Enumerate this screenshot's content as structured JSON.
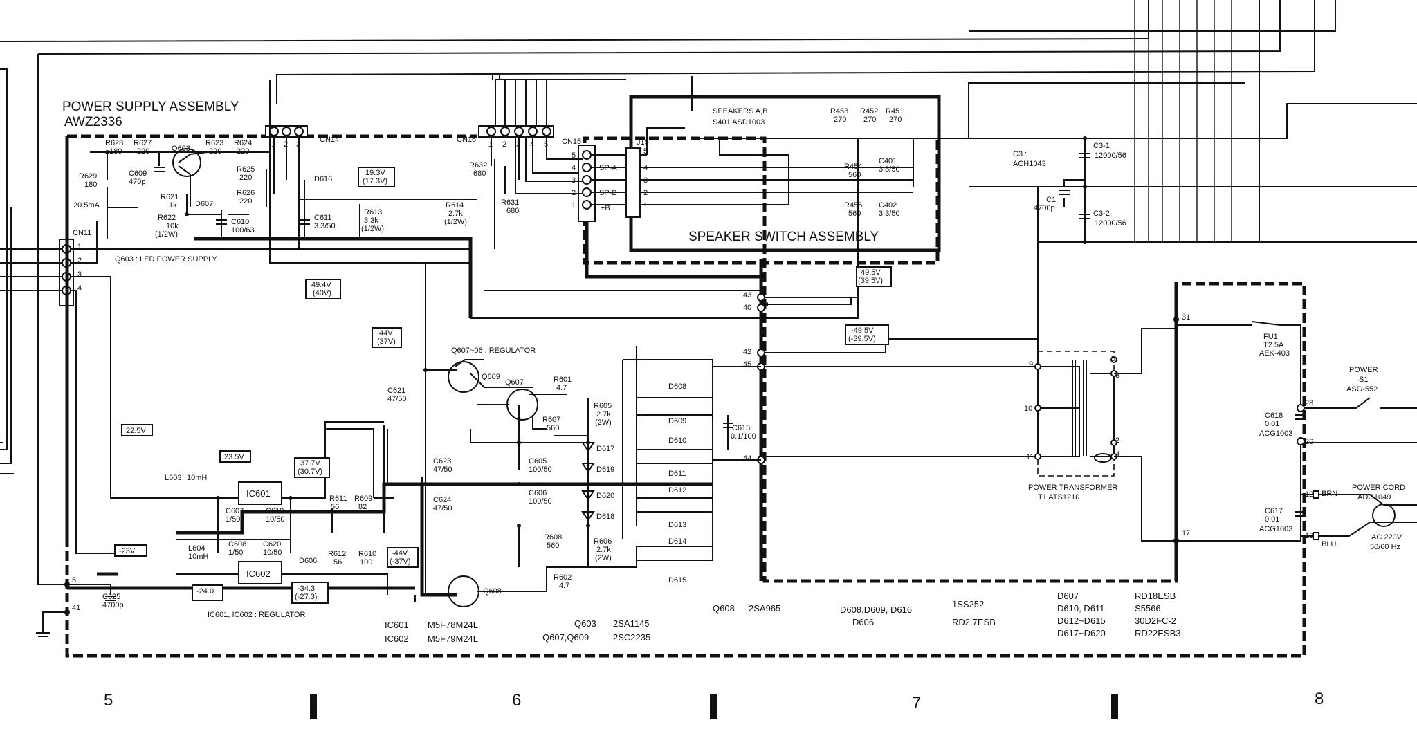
{
  "assembly": {
    "title": "POWER SUPPLY ASSEMBLY",
    "part": "AWZ2336"
  },
  "speaker_switch": {
    "title": "SPEAKER SWITCH ASSEMBLY",
    "switch_label": "SPEAKERS A,B",
    "switch_part": "S401  ASD1003",
    "jack": "J15",
    "r453": "R453",
    "r453v": "270",
    "r452": "R452",
    "r452v": "270",
    "r451": "R451",
    "r451v": "270",
    "r454": "R454",
    "r454v": "560",
    "r455": "R455",
    "r455v": "560",
    "c401": "C401",
    "c401v": "3.3/50",
    "c402": "C402",
    "c402v": "3.3/50",
    "sp_a": "SP-A",
    "sp_b": "SP-B",
    "plus_b": "+B",
    "jpins": [
      "5",
      "4",
      "3",
      "2",
      "1"
    ]
  },
  "connectors": {
    "cn11": "CN11",
    "cn14": "CN14",
    "cn15": "CN15",
    "cn16": "CN16",
    "cn11_pins": [
      "1",
      "2",
      "3",
      "4"
    ],
    "cn14_pins": [
      "1",
      "2",
      "3"
    ],
    "cn16_pins": [
      "1",
      "2",
      "3",
      "4",
      "5"
    ],
    "cn15_pins": [
      "5",
      "4",
      "3",
      "2",
      "1"
    ],
    "nodes": [
      "43",
      "40",
      "42",
      "45",
      "44",
      "5",
      "41",
      "31",
      "17",
      "28",
      "26",
      "12",
      "13",
      "9",
      "10",
      "11",
      "5",
      "3",
      "2",
      "4"
    ]
  },
  "components": {
    "r628": "R628",
    "r628v": "180",
    "r627": "R627",
    "r627v": "220",
    "q603": "Q603",
    "r623": "R623",
    "r623v": "220",
    "r624": "R624",
    "r624v": "220",
    "r625": "R625",
    "r625v": "220",
    "r626": "R626",
    "r626v": "220",
    "r629": "R629",
    "r629v": "180",
    "c609": "C609",
    "c609v": "470p",
    "r621": "R621",
    "r621v": "1k",
    "d607": "D607",
    "r622": "R622",
    "r622v": "10k",
    "r622w": "(1/2W)",
    "c610": "C610",
    "c610v": "100/63",
    "cur": "20.5mA",
    "led_note": "Q603 : LED POWER SUPPLY",
    "d616": "D616",
    "c611": "C611",
    "c611v": "3.3/50",
    "r613": "R613",
    "r613v": "3.3k",
    "r613w": "(1/2W)",
    "r614": "R614",
    "r614v": "2.7k",
    "r614w": "(1/2W)",
    "r632": "R632",
    "r632v": "680",
    "r631": "R631",
    "r631v": "680",
    "reg_note": "Q607~06  : REGULATOR",
    "q609": "Q609",
    "q607": "Q607",
    "q608": "Q608",
    "c621": "C621",
    "c621v": "47/50",
    "r601": "R601",
    "r601v": "4.7",
    "r605": "R605",
    "r605v": "2.7k",
    "r605w": "(2W)",
    "r607": "R607",
    "r607v": "560",
    "r608": "R608",
    "r608v": "560",
    "r606": "R606",
    "r606v": "2.7k",
    "r606w": "(2W)",
    "r602": "R602",
    "r602v": "4.7",
    "c623": "C623",
    "c623v": "47/50",
    "c624": "C624",
    "c624v": "47/50",
    "c605": "C605",
    "c605v": "100/50",
    "c606": "C606",
    "c606v": "100/50",
    "d617": "D617",
    "d619": "D619",
    "d620": "D620",
    "d618": "D618",
    "d608": "D608",
    "d609": "D609",
    "d610": "D610",
    "d611": "D611",
    "d612": "D612",
    "d613": "D613",
    "d614": "D614",
    "d615": "D615",
    "c615": "C615",
    "c615v": "0.1/100",
    "l603": "L603",
    "l603v": "10mH",
    "l604": "L604",
    "l604v": "10mH",
    "ic601": "IC601",
    "ic602": "IC602",
    "c607": "C607",
    "c607v": "1/50",
    "c608": "C608",
    "c608v": "1/50",
    "c619": "C619",
    "c619v": "10/50",
    "c620": "C620",
    "c620v": "10/50",
    "r611": "R611",
    "r611v": "56",
    "r609": "R609",
    "r609v": "82",
    "r612": "R612",
    "r612v": "56",
    "r610": "R610",
    "r610v": "100",
    "d606": "D606",
    "c625": "C625",
    "c625v": "4700p",
    "ic_note": "IC601, IC602 : REGULATOR",
    "c3": "C3 :",
    "c3v": "ACH1043",
    "c31": "C3-1",
    "c31v": "12000/56",
    "c32": "C3-2",
    "c32v": "12000/56",
    "c1": "C1",
    "c1v": "4700p",
    "transformer": "POWER TRANSFORMER",
    "transformer_part": "T1  ATS1210",
    "fu1": "FU1",
    "fu1v": "T2.5A",
    "fu1p": "AEK-403",
    "power": "POWER",
    "s1": "S1",
    "s1p": "ASG-552",
    "c618": "C618",
    "c618v": "0.01",
    "c618p": "ACG1003",
    "c617": "C617",
    "c617v": "0.01",
    "c617p": "ACG1003",
    "brn": "BRN",
    "blu": "BLU",
    "cord": "POWER CORD",
    "cordp": "ADG1049",
    "ac": "AC 220V",
    "hz": "50/60 Hz"
  },
  "voltages": {
    "v1": "19.3V",
    "v1b": "(17.3V)",
    "v2": "49.4V",
    "v2b": "(40V)",
    "v3": "44V",
    "v3b": "(37V)",
    "v4": "22.5V",
    "v5": "23.5V",
    "v6": "37.7V",
    "v6b": "(30.7V)",
    "v7": "-23V",
    "v8": "-24.0",
    "v9": "-34.3",
    "v9b": "(-27.3)",
    "v10": "-44V",
    "v10b": "(-37V)",
    "v11": "49.5V",
    "v11b": "(39.5V)",
    "v12": "-49.5V",
    "v12b": "(-39.5V)"
  },
  "parts_list": {
    "ic601": "IC601",
    "ic601p": "M5F78M24L",
    "ic602": "IC602",
    "ic602p": "M5F79M24L",
    "q603": "Q603",
    "q603p": "2SA1145",
    "q607": "Q607,Q609",
    "q607p": "2SC2235",
    "q608": "Q608",
    "q608p": "2SA965",
    "d608": "D608,D609, D616",
    "d608p": "1SS252",
    "d606": "D606",
    "d606p": "RD2.7ESB",
    "d607": "D607",
    "d607p": "RD18ESB",
    "d610": "D610,  D611",
    "d610p": "S5566",
    "d612": "D612~D615",
    "d612p": "30D2FC-2",
    "d617": "D617~D620",
    "d617p": "RD22ESB3"
  },
  "grid": [
    "5",
    "6",
    "7",
    "8"
  ]
}
